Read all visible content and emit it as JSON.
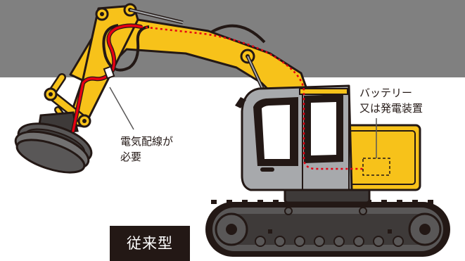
{
  "labels": {
    "wiring_line1": "電気配線が",
    "wiring_line2": "必要",
    "battery_line1": "バッテリー",
    "battery_line2": "又は発電装置",
    "type_badge": "従来型"
  },
  "colors": {
    "background_band": "#808080",
    "machine_yellow": "#f7c21a",
    "outline": "#231815",
    "cab_gray": "#a7a9ac",
    "wire_red": "#e60012",
    "track_gray": "#595757",
    "badge_bg": "#231815",
    "badge_text": "#ffffff"
  },
  "icons": {
    "machine": "excavator-with-lifting-magnet",
    "battery_box": "dashed-rectangle"
  }
}
